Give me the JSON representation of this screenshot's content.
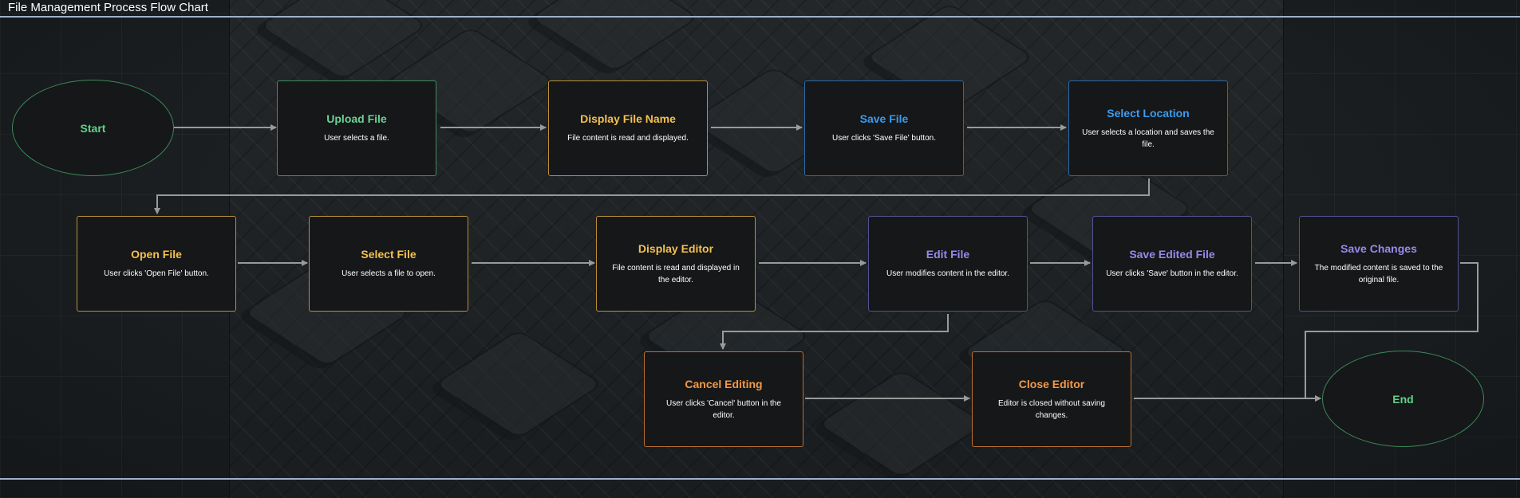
{
  "title": "File Management Process Flow Chart",
  "colors": {
    "green": "#6ad394",
    "yellow": "#f4c150",
    "blue": "#3a9cf0",
    "purple": "#9a88ec",
    "orange": "#f39a48",
    "connector": "#9a9a9a",
    "rule": "#9fb0c8"
  },
  "nodes": {
    "start": {
      "label": "Start"
    },
    "upload_file": {
      "title": "Upload File",
      "desc": "User selects a file."
    },
    "display_file_name": {
      "title": "Display File Name",
      "desc": "File content is read and displayed."
    },
    "save_file": {
      "title": "Save File",
      "desc": "User clicks 'Save File' button."
    },
    "select_location": {
      "title": "Select Location",
      "desc": "User selects a location and saves the file."
    },
    "open_file": {
      "title": "Open File",
      "desc": "User clicks 'Open File' button."
    },
    "select_file": {
      "title": "Select File",
      "desc": "User selects a file to open."
    },
    "display_editor": {
      "title": "Display Editor",
      "desc": "File content is read and displayed in the editor."
    },
    "edit_file": {
      "title": "Edit File",
      "desc": "User modifies content in the editor."
    },
    "save_edited_file": {
      "title": "Save Edited File",
      "desc": "User clicks 'Save' button in the editor."
    },
    "save_changes": {
      "title": "Save Changes",
      "desc": "The modified content is saved to the original file."
    },
    "cancel_editing": {
      "title": "Cancel Editing",
      "desc": "User clicks 'Cancel' button in the editor."
    },
    "close_editor": {
      "title": "Close Editor",
      "desc": "Editor is closed without saving changes."
    },
    "end": {
      "label": "End"
    }
  },
  "edges": [
    [
      "start",
      "upload_file"
    ],
    [
      "upload_file",
      "display_file_name"
    ],
    [
      "display_file_name",
      "save_file"
    ],
    [
      "save_file",
      "select_location"
    ],
    [
      "select_location",
      "open_file"
    ],
    [
      "open_file",
      "select_file"
    ],
    [
      "select_file",
      "display_editor"
    ],
    [
      "display_editor",
      "edit_file"
    ],
    [
      "edit_file",
      "save_edited_file"
    ],
    [
      "save_edited_file",
      "save_changes"
    ],
    [
      "edit_file",
      "cancel_editing"
    ],
    [
      "cancel_editing",
      "close_editor"
    ],
    [
      "close_editor",
      "end"
    ],
    [
      "save_changes",
      "end"
    ]
  ]
}
